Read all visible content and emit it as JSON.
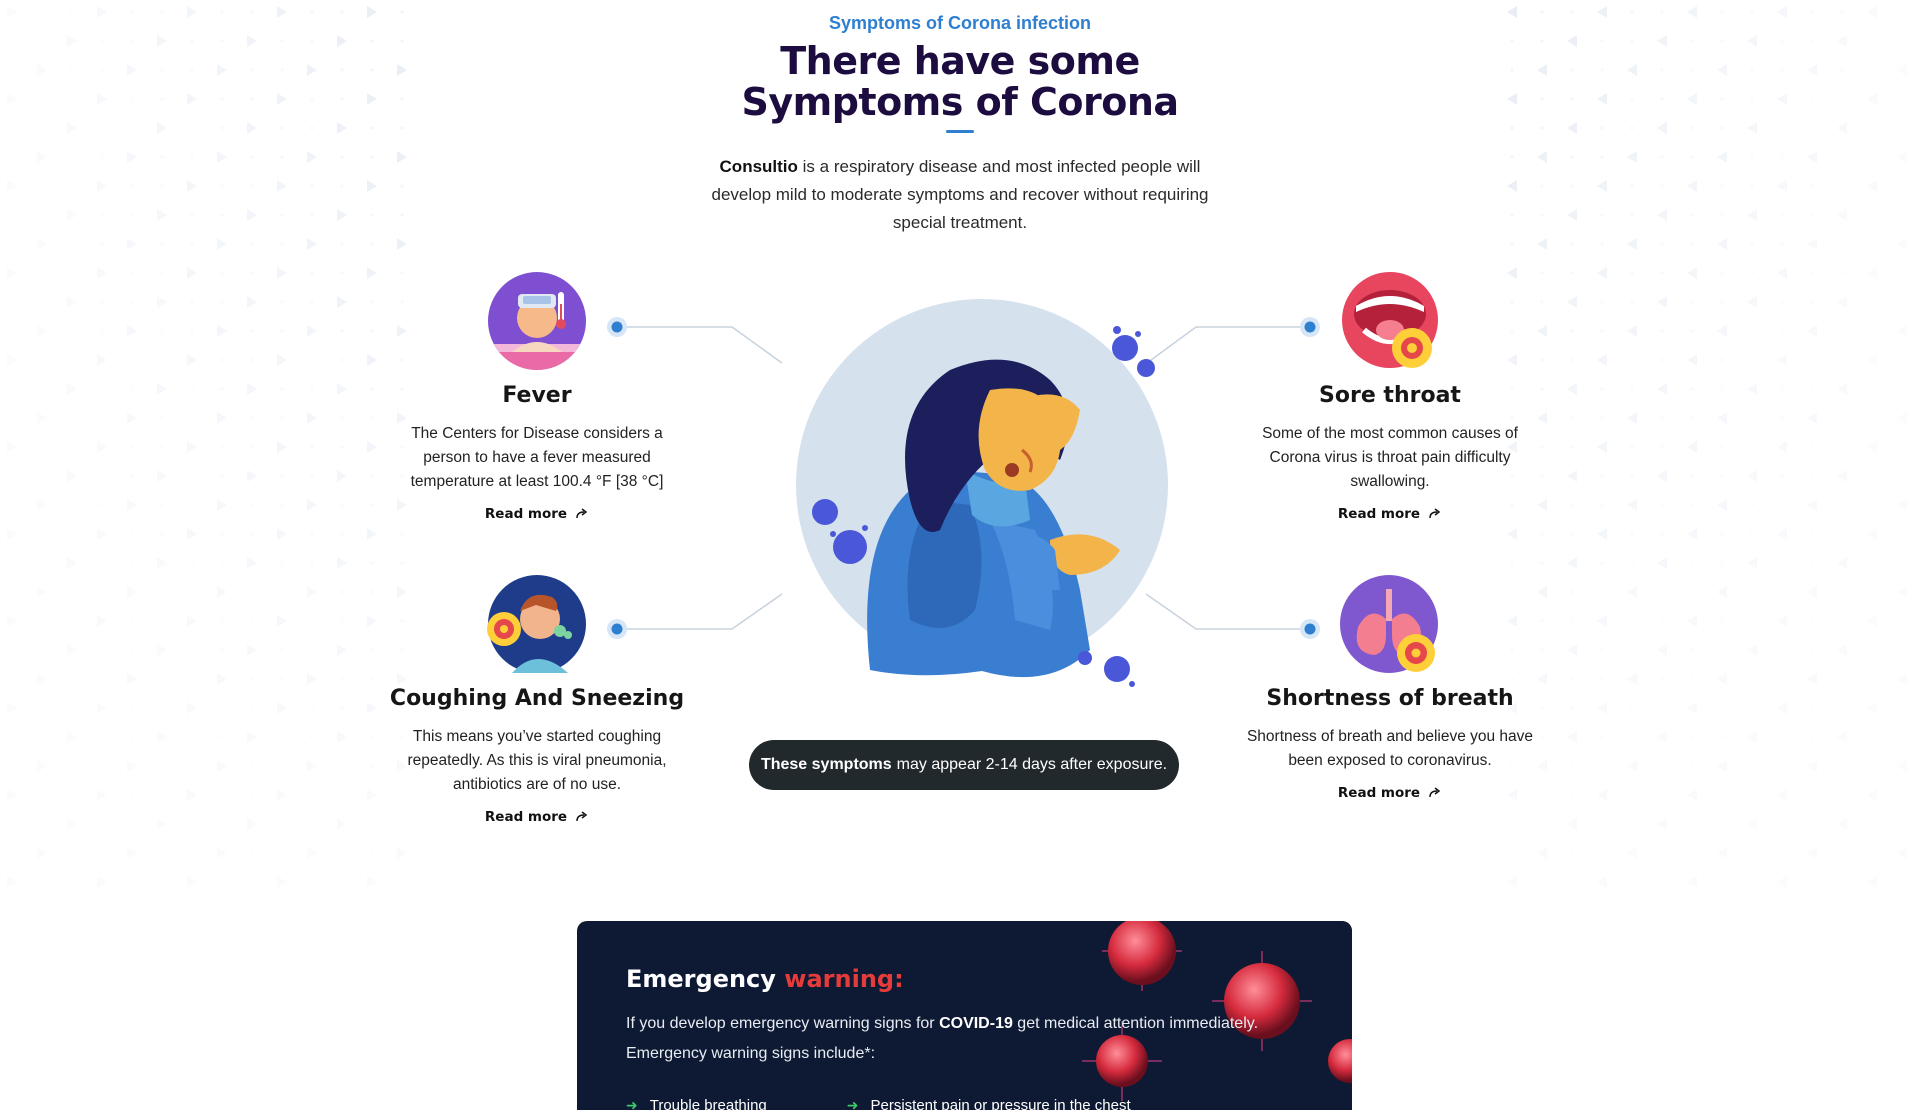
{
  "header": {
    "eyebrow": "Symptoms of Corona infection",
    "title_line1": "There have some",
    "title_line2": "Symptoms of Corona",
    "intro_brand": "Consultio",
    "intro_text": " is a respiratory disease and most infected people will develop mild to moderate symptoms and recover without requiring special treatment."
  },
  "symptoms": [
    {
      "title": "Fever",
      "description": "The Centers for Disease considers a person to have a fever measured temperature at least 100.4 °F [38 °C]",
      "link": "Read more",
      "icon": "fever-icon"
    },
    {
      "title": "Sore throat",
      "description": "Some of the most common causes of Corona virus is throat pain difficulty swallowing.",
      "link": "Read more",
      "icon": "sore-throat-icon"
    },
    {
      "title": "Coughing And Sneezing",
      "description": "This means you’ve started coughing repeatedly. As this is viral pneumonia, antibiotics are of no use.",
      "link": "Read more",
      "icon": "coughing-icon"
    },
    {
      "title": "Shortness of breath",
      "description": "Shortness of breath and believe you have been exposed to coronavirus.",
      "link": "Read more",
      "icon": "lungs-icon"
    }
  ],
  "pill": {
    "bold": "These symptoms",
    "text": "may appear 2-14 days after exposure."
  },
  "emergency": {
    "title": "Emergency",
    "title_highlight": "warning:",
    "line1_before": "If you develop emergency warning signs for ",
    "line1_bold": "COVID-19",
    "line1_after": " get medical attention immediately.",
    "line2": "Emergency warning signs include*:",
    "signs": [
      "Trouble breathing",
      "Persistent pain or pressure in the chest"
    ]
  },
  "colors": {
    "accent": "#2f7fd1",
    "title": "#1c0c3f",
    "warning": "#e63b3b",
    "emergency_bg": "#0e1a33",
    "pill_bg": "#21292d"
  }
}
